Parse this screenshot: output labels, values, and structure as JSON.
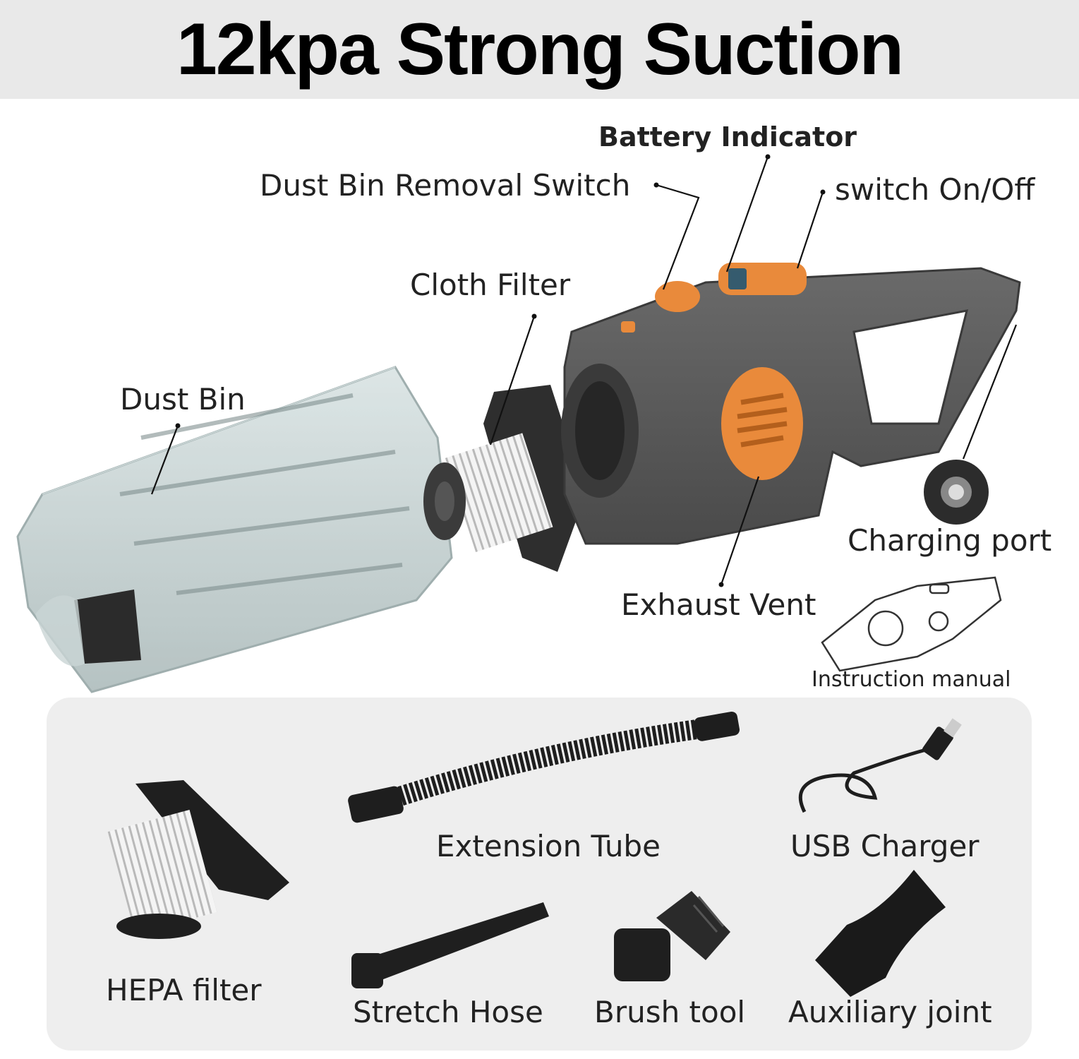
{
  "title": "12kpa Strong Suction",
  "labels": {
    "battery_indicator": "Battery Indicator",
    "dust_bin_removal_switch": "Dust Bin Removal Switch",
    "switch_on_off": "switch On/Off",
    "cloth_filter": "Cloth Filter",
    "dust_bin": "Dust Bin",
    "charging_port": "Charging port",
    "exhaust_vent": "Exhaust Vent",
    "instruction_manual": "Instruction manual"
  },
  "accessories": {
    "extension_tube": "Extension Tube",
    "usb_charger": "USB Charger",
    "hepa_filter": "HEPA filter",
    "stretch_hose": "Stretch Hose",
    "brush_tool": "Brush tool",
    "auxiliary_joint": "Auxiliary joint"
  },
  "colors": {
    "body": "#5b5b5b",
    "accent": "#e98a3b",
    "banner": "#e9e9e9",
    "panel": "#eeeeee"
  }
}
